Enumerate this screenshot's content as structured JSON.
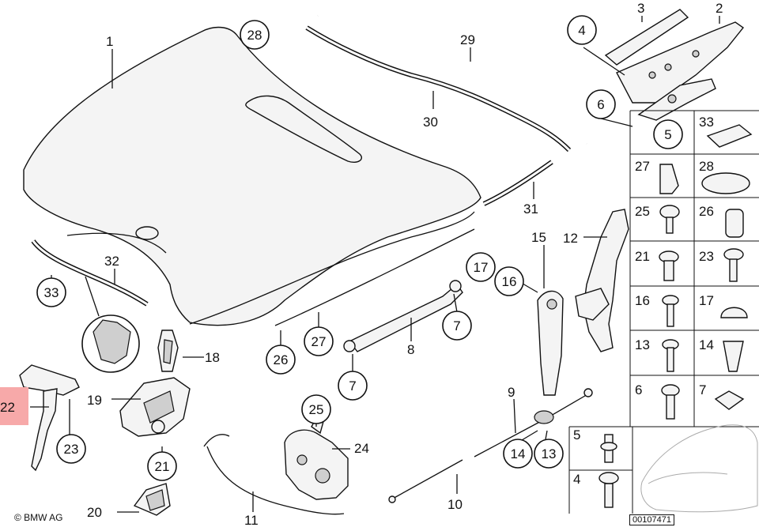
{
  "diagram": {
    "copyright": "© BMW AG",
    "document_number": "00107471",
    "labels": {
      "p1": "1",
      "p2": "2",
      "p3": "3",
      "p4": "4",
      "p5": "5",
      "p6": "6",
      "p7": "7",
      "p8": "8",
      "p9": "9",
      "p10": "10",
      "p11": "11",
      "p12": "12",
      "p13": "13",
      "p14": "14",
      "p15": "15",
      "p16": "16",
      "p17": "17",
      "p18": "18",
      "p19": "19",
      "p20": "20",
      "p21": "21",
      "p22": "22",
      "p23": "23",
      "p24": "24",
      "p25": "25",
      "p26": "26",
      "p27": "27",
      "p28": "28",
      "p29": "29",
      "p30": "30",
      "p31": "31",
      "p32": "32",
      "p33": "33"
    },
    "highlighted_part": "22"
  }
}
